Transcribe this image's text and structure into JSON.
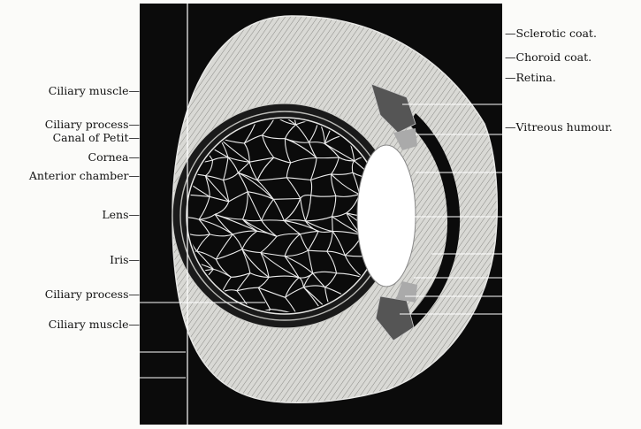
{
  "diagram": {
    "left_labels": [
      "Ciliary muscle—",
      "Ciliary process—",
      "Canal of Petit—",
      "Cornea—",
      "Anterior chamber—",
      "Lens—",
      "Iris—",
      "Ciliary process—",
      "Ciliary muscle—"
    ],
    "right_labels": [
      "—Sclerotic coat.",
      "—Choroid coat.",
      "—Retina.",
      "—Vitreous humour."
    ]
  },
  "colors": {
    "background": "#fbfbf9",
    "plate": "#0b0b0b",
    "sclera": "#d4d4d0",
    "network": "#ededed",
    "lens": "#ffffff"
  }
}
